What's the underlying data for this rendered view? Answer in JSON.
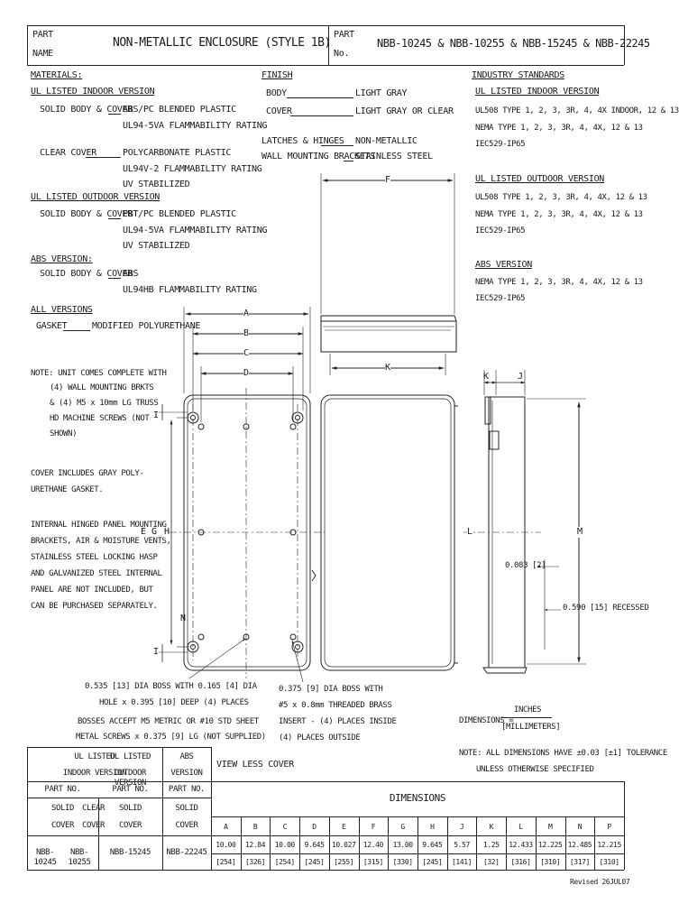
{
  "header": {
    "part_name_label_1": "PART",
    "part_name_label_2": "NAME",
    "part_name": "NON-METALLIC ENCLOSURE (STYLE 1B)",
    "part_no_label_1": "PART",
    "part_no_label_2": "No.",
    "part_no": "NBB-10245 & NBB-10255 & NBB-15245 & NBB-22245"
  },
  "materials": {
    "title": "MATERIALS:",
    "ul_indoor_title": "UL LISTED INDOOR VERSION",
    "indoor_body_label": "SOLID BODY & COVER",
    "indoor_body_value": "ABS/PC BLENDED PLASTIC",
    "indoor_body_rating": "UL94-5VA FLAMMABILITY RATING",
    "clear_cover_label": "CLEAR COVER",
    "clear_cover_value": "POLYCARBONATE PLASTIC",
    "clear_cover_rating": "UL94V-2 FLAMMABILITY RATING",
    "clear_cover_uv": "UV STABILIZED",
    "ul_outdoor_title": "UL LISTED OUTDOOR VERSION",
    "outdoor_body_label": "SOLID BODY & COVER",
    "outdoor_body_value": "PBT/PC BLENDED PLASTIC",
    "outdoor_body_rating": "UL94-5VA FLAMMABILITY RATING",
    "outdoor_uv": "UV STABILIZED",
    "abs_title": "ABS VERSION:",
    "abs_body_label": "SOLID BODY & COVER",
    "abs_body_value": "ABS",
    "abs_body_rating": "UL94HB FLAMMABILITY RATING",
    "all_versions_title": "ALL VERSIONS",
    "gasket_label": "GASKET",
    "gasket_value": "MODIFIED POLYURETHANE"
  },
  "finish": {
    "title": "FINISH",
    "body_label": "BODY",
    "body_value": "LIGHT GRAY",
    "cover_label": "COVER",
    "cover_value": "LIGHT GRAY OR CLEAR",
    "latches_label": "LATCHES & HINGES",
    "latches_value": "NON-METALLIC",
    "brackets_label": "WALL MOUNTING BRACKETS",
    "brackets_value": "STAINLESS STEEL"
  },
  "standards": {
    "title": "INDUSTRY STANDARDS",
    "indoor_title": "UL LISTED INDOOR VERSION",
    "indoor_1": "UL508 TYPE 1, 2, 3, 3R, 4, 4X INDOOR, 12 & 13",
    "indoor_2": "NEMA TYPE 1, 2, 3, 3R, 4, 4X, 12 & 13",
    "indoor_3": "IEC529-IP65",
    "outdoor_title": "UL LISTED OUTDOOR VERSION",
    "outdoor_1": "UL508 TYPE 1, 2, 3, 3R, 4, 4X, 12 & 13",
    "outdoor_2": "NEMA TYPE 1, 2, 3, 3R, 4, 4X, 12 & 13",
    "outdoor_3": "IEC529-IP65",
    "abs_title": "ABS VERSION",
    "abs_1": "NEMA TYPE 1, 2, 3, 3R, 4, 4X, 12 & 13",
    "abs_2": "IEC529-IP65"
  },
  "notes": {
    "note1_l1": "NOTE: UNIT COMES COMPLETE WITH",
    "note1_l2": "(4) WALL MOUNTING BRKTS",
    "note1_l3": "& (4) M5 x 10mm LG TRUSS",
    "note1_l4": "HD MACHINE SCREWS (NOT",
    "note1_l5": "SHOWN)",
    "cover_l1": "COVER INCLUDES GRAY POLY-",
    "cover_l2": "URETHANE GASKET.",
    "internal_l1": "INTERNAL HINGED PANEL MOUNTING",
    "internal_l2": "BRACKETS, AIR & MOISTURE VENTS,",
    "internal_l3": "STAINLESS STEEL LOCKING HASP",
    "internal_l4": "AND GALVANIZED STEEL INTERNAL",
    "internal_l5": "PANEL ARE NOT INCLUDED, BUT",
    "internal_l6": "CAN BE PURCHASED SEPARATELY.",
    "boss_l1": "0.535 [13] DIA BOSS WITH 0.165 [4] DIA",
    "boss_l2": "HOLE x 0.395 [10] DEEP (4) PLACES",
    "boss_l3": "BOSSES ACCEPT M5 METRIC OR #10 STD SHEET",
    "boss_l4": "METAL SCREWS x 0.375 [9] LG (NOT SUPPLIED)",
    "boss2_l1": "0.375 [9] DIA BOSS WITH",
    "boss2_l2": "#5 x 0.8mm THREADED BRASS",
    "boss2_l3": "INSERT - (4) PLACES INSIDE",
    "boss2_l4": "(4) PLACES OUTSIDE",
    "dim_label": "DIMENSIONS =",
    "dim_inches": "INCHES",
    "dim_mm": "[MILLIMETERS]",
    "tol_l1": "NOTE: ALL DIMENSIONS HAVE ±0.03 [±1] TOLERANCE",
    "tol_l2": "UNLESS OTHERWISE SPECIFIED",
    "view_less_cover": "VIEW LESS COVER",
    "dim_085": "0.083 [2]",
    "dim_0590": "0.590 [15] RECESSED",
    "revised": "Revised 26JUL07"
  },
  "drawing_labels": {
    "A": "A",
    "B": "B",
    "C": "C",
    "D": "D",
    "F": "F",
    "K": "K",
    "J": "J",
    "L": "L",
    "M": "M",
    "E": "E",
    "G": "G",
    "H": "H",
    "I": "I",
    "N": "N"
  },
  "table": {
    "ul_indoor_1": "UL LISTED",
    "ul_indoor_2": "INDOOR VERSION",
    "ul_outdoor_1": "UL LISTED",
    "ul_outdoor_2": "OUTDOOR VERSION",
    "abs_1": "ABS",
    "abs_2": "VERSION",
    "part_no": "PART NO.",
    "solid": "SOLID",
    "clear": "CLEAR",
    "cover": "COVER",
    "dimensions": "DIMENSIONS",
    "part_solid": "NBB-10245",
    "part_clear": "NBB-10255",
    "part_outdoor": "NBB-15245",
    "part_abs": "NBB-22245",
    "columns": [
      "A",
      "B",
      "C",
      "D",
      "E",
      "F",
      "G",
      "H",
      "J",
      "K",
      "L",
      "M",
      "N",
      "P"
    ],
    "inches": [
      "10.00",
      "12.84",
      "10.00",
      "9.645",
      "10.027",
      "12.40",
      "13.00",
      "9.645",
      "5.57",
      "1.25",
      "12.433",
      "12.225",
      "12.485",
      "12.215"
    ],
    "mm": [
      "[254]",
      "[326]",
      "[254]",
      "[245]",
      "[255]",
      "[315]",
      "[330]",
      "[245]",
      "[141]",
      "[32]",
      "[316]",
      "[310]",
      "[317]",
      "[310]"
    ]
  }
}
